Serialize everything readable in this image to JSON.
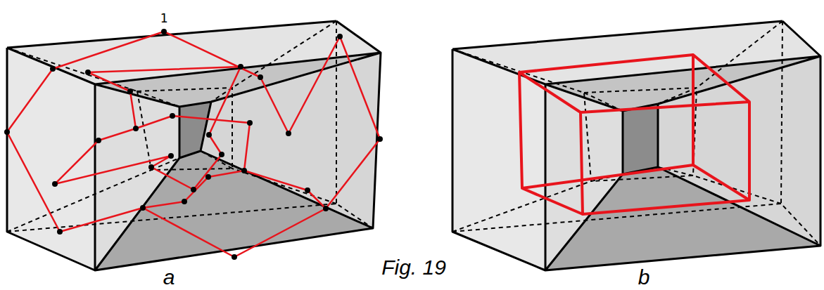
{
  "diagram": {
    "caption": "Fig. 19",
    "labels": [
      "1",
      "a",
      "b"
    ]
  }
}
